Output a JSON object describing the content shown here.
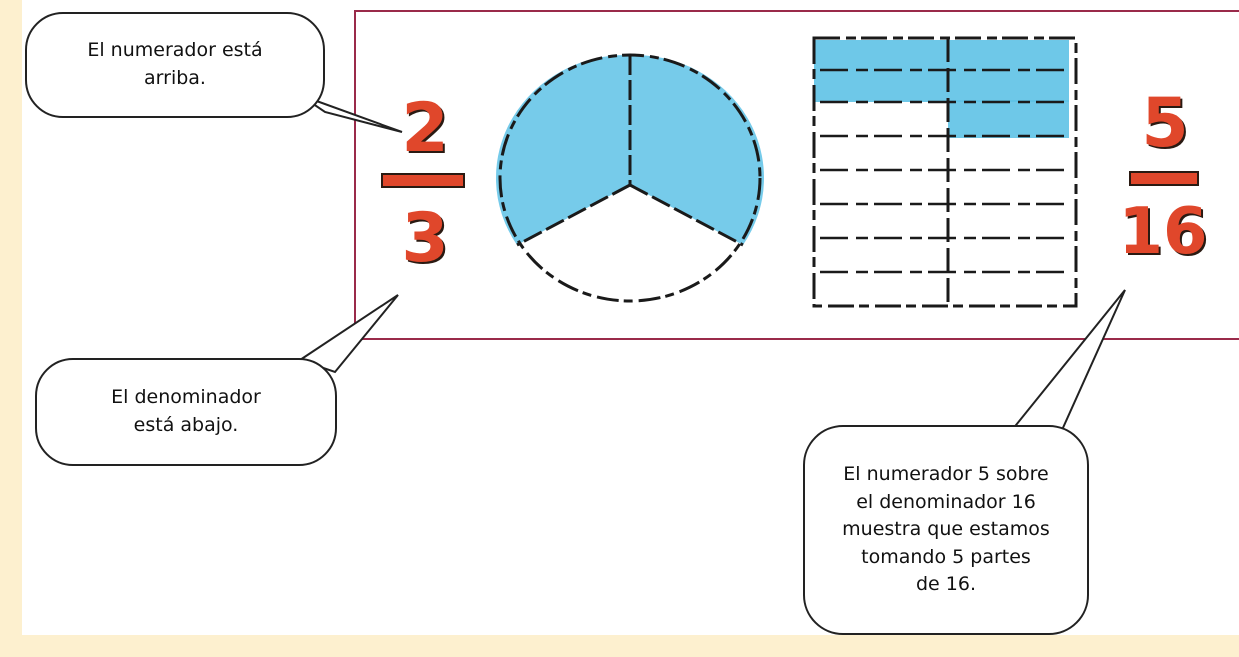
{
  "callouts": {
    "numerator_note": "El numerador está\narriba.",
    "denominator_note": "El denominador\nestá abajo.",
    "example_note": "El numerador 5 sobre\nel denominador 16\nmuestra que estamos\ntomando 5 partes\nde 16."
  },
  "fractions": {
    "left": {
      "numerator": "2",
      "denominator": "3"
    },
    "right": {
      "numerator": "5",
      "denominator": "16"
    }
  },
  "colors": {
    "fraction_red": "#e0472b",
    "fill_blue": "#5ec2e6",
    "panel_border": "#9a2a4a",
    "frame_tint": "#fdf0cf"
  }
}
